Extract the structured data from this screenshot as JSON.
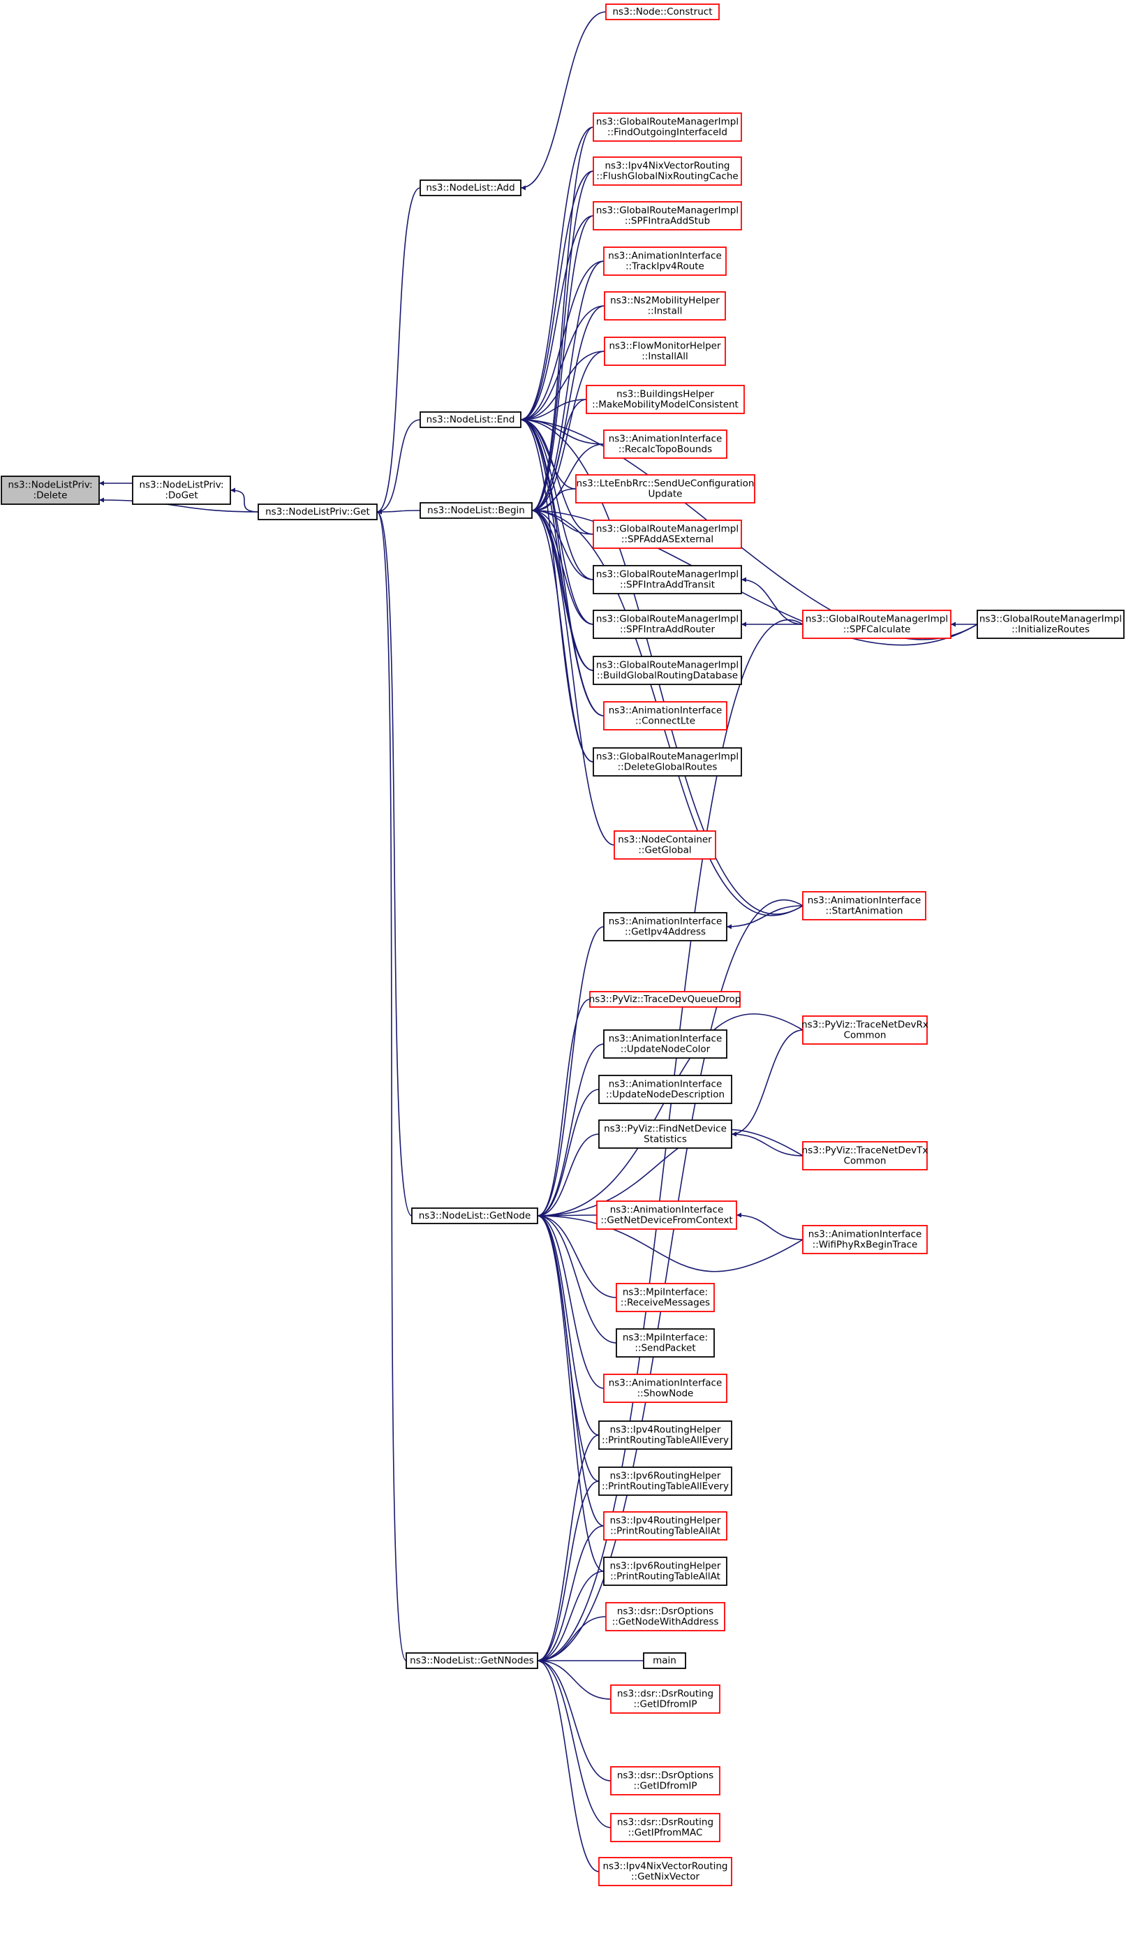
{
  "diagram": {
    "type": "doxygen-caller-graph",
    "colors": {
      "edge": "#191970",
      "red_border": "#ff0000",
      "black_border": "#000000",
      "focus_fill": "#bfbfbf"
    },
    "nodes": [
      {
        "id": "delete",
        "lines": [
          "ns3::NodeListPriv:",
          ":Delete"
        ],
        "border": "grey"
      },
      {
        "id": "doget",
        "lines": [
          "ns3::NodeListPriv:",
          ":DoGet"
        ],
        "border": "black"
      },
      {
        "id": "get",
        "lines": [
          "ns3::NodeListPriv::Get"
        ],
        "border": "black"
      },
      {
        "id": "add",
        "lines": [
          "ns3::NodeList::Add"
        ],
        "border": "black"
      },
      {
        "id": "end",
        "lines": [
          "ns3::NodeList::End"
        ],
        "border": "black"
      },
      {
        "id": "begin",
        "lines": [
          "ns3::NodeList::Begin"
        ],
        "border": "black"
      },
      {
        "id": "getnode",
        "lines": [
          "ns3::NodeList::GetNode"
        ],
        "border": "black"
      },
      {
        "id": "getnnodes",
        "lines": [
          "ns3::NodeList::GetNNodes"
        ],
        "border": "black"
      },
      {
        "id": "construct",
        "lines": [
          "ns3::Node::Construct"
        ],
        "border": "red"
      },
      {
        "id": "findout",
        "lines": [
          "ns3::GlobalRouteManagerImpl",
          "::FindOutgoingInterfaceId"
        ],
        "border": "red"
      },
      {
        "id": "flush",
        "lines": [
          "ns3::Ipv4NixVectorRouting",
          "::FlushGlobalNixRoutingCache"
        ],
        "border": "red"
      },
      {
        "id": "stub",
        "lines": [
          "ns3::GlobalRouteManagerImpl",
          "::SPFIntraAddStub"
        ],
        "border": "red"
      },
      {
        "id": "trackipv4",
        "lines": [
          "ns3::AnimationInterface",
          "::TrackIpv4Route"
        ],
        "border": "red"
      },
      {
        "id": "ns2",
        "lines": [
          "ns3::Ns2MobilityHelper",
          "::Install"
        ],
        "border": "red"
      },
      {
        "id": "flowmon",
        "lines": [
          "ns3::FlowMonitorHelper",
          "::InstallAll"
        ],
        "border": "red"
      },
      {
        "id": "buildings",
        "lines": [
          "ns3::BuildingsHelper",
          "::MakeMobilityModelConsistent"
        ],
        "border": "red"
      },
      {
        "id": "recalc",
        "lines": [
          "ns3::AnimationInterface",
          "::RecalcTopoBounds"
        ],
        "border": "red"
      },
      {
        "id": "lteenb",
        "lines": [
          "ns3::LteEnbRrc::SendUeConfiguration",
          "Update"
        ],
        "border": "red"
      },
      {
        "id": "asext",
        "lines": [
          "ns3::GlobalRouteManagerImpl",
          "::SPFAddASExternal"
        ],
        "border": "red"
      },
      {
        "id": "transit",
        "lines": [
          "ns3::GlobalRouteManagerImpl",
          "::SPFIntraAddTransit"
        ],
        "border": "black"
      },
      {
        "id": "router",
        "lines": [
          "ns3::GlobalRouteManagerImpl",
          "::SPFIntraAddRouter"
        ],
        "border": "black"
      },
      {
        "id": "buildgr",
        "lines": [
          "ns3::GlobalRouteManagerImpl",
          "::BuildGlobalRoutingDatabase"
        ],
        "border": "black"
      },
      {
        "id": "connectlte",
        "lines": [
          "ns3::AnimationInterface",
          "::ConnectLte"
        ],
        "border": "red"
      },
      {
        "id": "deletegr",
        "lines": [
          "ns3::GlobalRouteManagerImpl",
          "::DeleteGlobalRoutes"
        ],
        "border": "black"
      },
      {
        "id": "nodecont",
        "lines": [
          "ns3::NodeContainer",
          "::GetGlobal"
        ],
        "border": "red"
      },
      {
        "id": "spfcalc",
        "lines": [
          "ns3::GlobalRouteManagerImpl",
          "::SPFCalculate"
        ],
        "border": "red"
      },
      {
        "id": "initroutes",
        "lines": [
          "ns3::GlobalRouteManagerImpl",
          "::InitializeRoutes"
        ],
        "border": "black"
      },
      {
        "id": "startanim",
        "lines": [
          "ns3::AnimationInterface",
          "::StartAnimation"
        ],
        "border": "red"
      },
      {
        "id": "getipv4",
        "lines": [
          "ns3::AnimationInterface",
          "::GetIpv4Address"
        ],
        "border": "black"
      },
      {
        "id": "tracedevq",
        "lines": [
          "ns3::PyViz::TraceDevQueueDrop"
        ],
        "border": "red"
      },
      {
        "id": "updcolor",
        "lines": [
          "ns3::AnimationInterface",
          "::UpdateNodeColor"
        ],
        "border": "black"
      },
      {
        "id": "upddesc",
        "lines": [
          "ns3::AnimationInterface",
          "::UpdateNodeDescription"
        ],
        "border": "black"
      },
      {
        "id": "findnetdev",
        "lines": [
          "ns3::PyViz::FindNetDevice",
          "Statistics"
        ],
        "border": "black"
      },
      {
        "id": "getnetdev",
        "lines": [
          "ns3::AnimationInterface",
          "::GetNetDeviceFromContext"
        ],
        "border": "red"
      },
      {
        "id": "mpirecv",
        "lines": [
          "ns3::MpiInterface:",
          "::ReceiveMessages"
        ],
        "border": "red"
      },
      {
        "id": "mpisend",
        "lines": [
          "ns3::MpiInterface:",
          "::SendPacket"
        ],
        "border": "black"
      },
      {
        "id": "shownode",
        "lines": [
          "ns3::AnimationInterface",
          "::ShowNode"
        ],
        "border": "red"
      },
      {
        "id": "tracerx",
        "lines": [
          "ns3::PyViz::TraceNetDevRx",
          "Common"
        ],
        "border": "red"
      },
      {
        "id": "tracetx",
        "lines": [
          "ns3::PyViz::TraceNetDevTx",
          "Common"
        ],
        "border": "red"
      },
      {
        "id": "wifirx",
        "lines": [
          "ns3::AnimationInterface",
          "::WifiPhyRxBeginTrace"
        ],
        "border": "red"
      },
      {
        "id": "ipv4every",
        "lines": [
          "ns3::Ipv4RoutingHelper",
          "::PrintRoutingTableAllEvery"
        ],
        "border": "black"
      },
      {
        "id": "ipv6every",
        "lines": [
          "ns3::Ipv6RoutingHelper",
          "::PrintRoutingTableAllEvery"
        ],
        "border": "black"
      },
      {
        "id": "ipv4at",
        "lines": [
          "ns3::Ipv4RoutingHelper",
          "::PrintRoutingTableAllAt"
        ],
        "border": "red"
      },
      {
        "id": "ipv6at",
        "lines": [
          "ns3::Ipv6RoutingHelper",
          "::PrintRoutingTableAllAt"
        ],
        "border": "black"
      },
      {
        "id": "dsrgetnode",
        "lines": [
          "ns3::dsr::DsrOptions",
          "::GetNodeWithAddress"
        ],
        "border": "red"
      },
      {
        "id": "main",
        "lines": [
          "main"
        ],
        "border": "black"
      },
      {
        "id": "dsrroutingid",
        "lines": [
          "ns3::dsr::DsrRouting",
          "::GetIDfromIP"
        ],
        "border": "red"
      },
      {
        "id": "dsroptid",
        "lines": [
          "ns3::dsr::DsrOptions",
          "::GetIDfromIP"
        ],
        "border": "red"
      },
      {
        "id": "dsrmac",
        "lines": [
          "ns3::dsr::DsrRouting",
          "::GetIPfromMAC"
        ],
        "border": "red"
      },
      {
        "id": "nixvec",
        "lines": [
          "ns3::Ipv4NixVectorRouting",
          "::GetNixVector"
        ],
        "border": "red"
      }
    ]
  }
}
